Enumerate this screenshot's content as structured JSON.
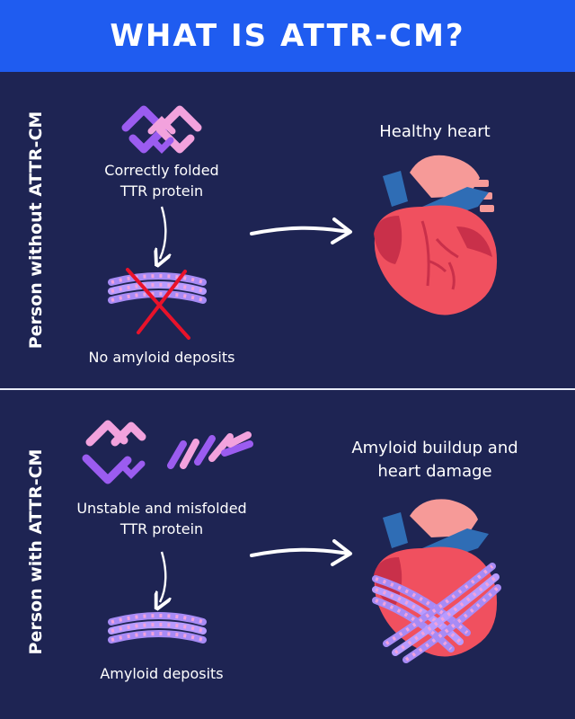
{
  "title": "WHAT IS ATTR-CM?",
  "top_panel": {
    "side_label": "Person without ATTR-CM",
    "protein_caption_line1": "Correctly folded",
    "protein_caption_line2": "TTR protein",
    "deposit_caption": "No amyloid deposits",
    "outcome": "Healthy heart"
  },
  "bottom_panel": {
    "side_label": "Person with ATTR-CM",
    "protein_caption_line1": "Unstable and misfolded",
    "protein_caption_line2": "TTR protein",
    "deposit_caption": "Amyloid deposits",
    "outcome_line1": "Amyloid buildup and",
    "outcome_line2": "heart damage"
  },
  "colors": {
    "background": "#1e2453",
    "header": "#1f5cf0",
    "protein_pink": "#f2a2dd",
    "protein_purple": "#9b5cf0",
    "heart_red": "#f0505f",
    "heart_dark": "#c9304a",
    "vessel_blue": "#2f6db5",
    "aorta_pink": "#f69a98",
    "cross_red": "#e8122a"
  }
}
